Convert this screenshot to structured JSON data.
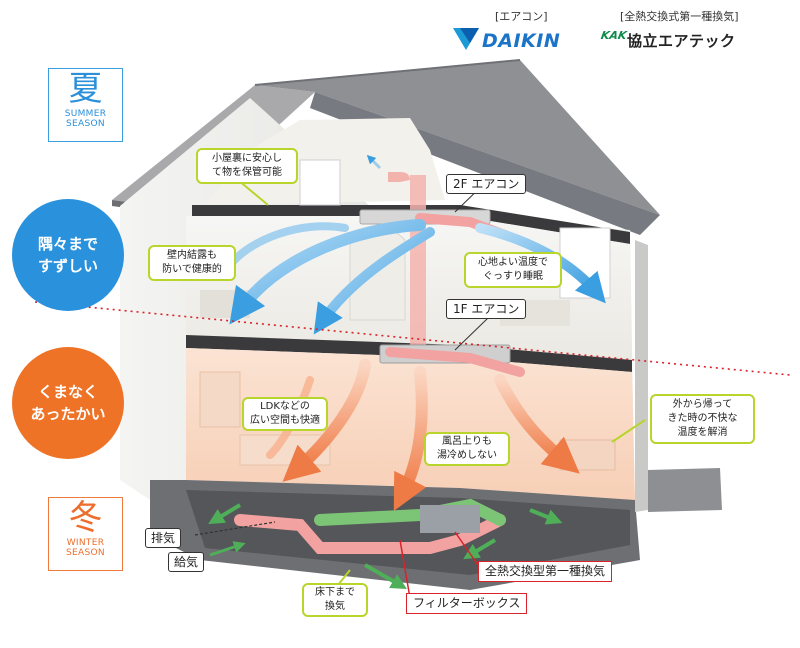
{
  "header": {
    "aircon_caption": "[エアコン]",
    "vent_caption": "[全熱交換式第一種換気]",
    "daikin_brand": "DAIKIN",
    "kak_mark": "KAK",
    "kak_name": "協立エアテック"
  },
  "seasons": {
    "summer": {
      "kanji": "夏",
      "en_line1": "SUMMER",
      "en_line2": "SEASON"
    },
    "winter": {
      "kanji": "冬",
      "en_line1": "WINTER",
      "en_line2": "SEASON"
    }
  },
  "circles": {
    "summer": "隅々まで\nすずしい",
    "winter": "くまなく\nあったかい"
  },
  "callouts": {
    "attic": "小屋裏に安心し\nて物を保管可能",
    "wall": "壁内結露も\n防いで健康的",
    "sleep": "心地よい温度で\nぐっすり睡眠",
    "ldk": "LDKなどの\n広い空間も快適",
    "bath": "風呂上りも\n湯冷めしない",
    "outside": "外から帰って\nきた時の不快な\n温度を解消",
    "underfloor": "床下まで\n換気"
  },
  "ac_labels": {
    "second_floor": "2F エアコン",
    "first_floor": "1F エアコン"
  },
  "red_labels": {
    "heat_exchange": "全熱交換型第一種換気",
    "filter_box": "フィルターボックス"
  },
  "vent_labels": {
    "exhaust": "排気",
    "supply": "給気"
  },
  "colors": {
    "summer_blue": "#2a92dd",
    "winter_orange": "#ee7326",
    "callout_green": "#b7d52a",
    "label_red": "#d8232a",
    "daikin_blue": "#1b74c7",
    "duct_pink": "#f2a2a0",
    "duct_green": "#7cc576"
  }
}
